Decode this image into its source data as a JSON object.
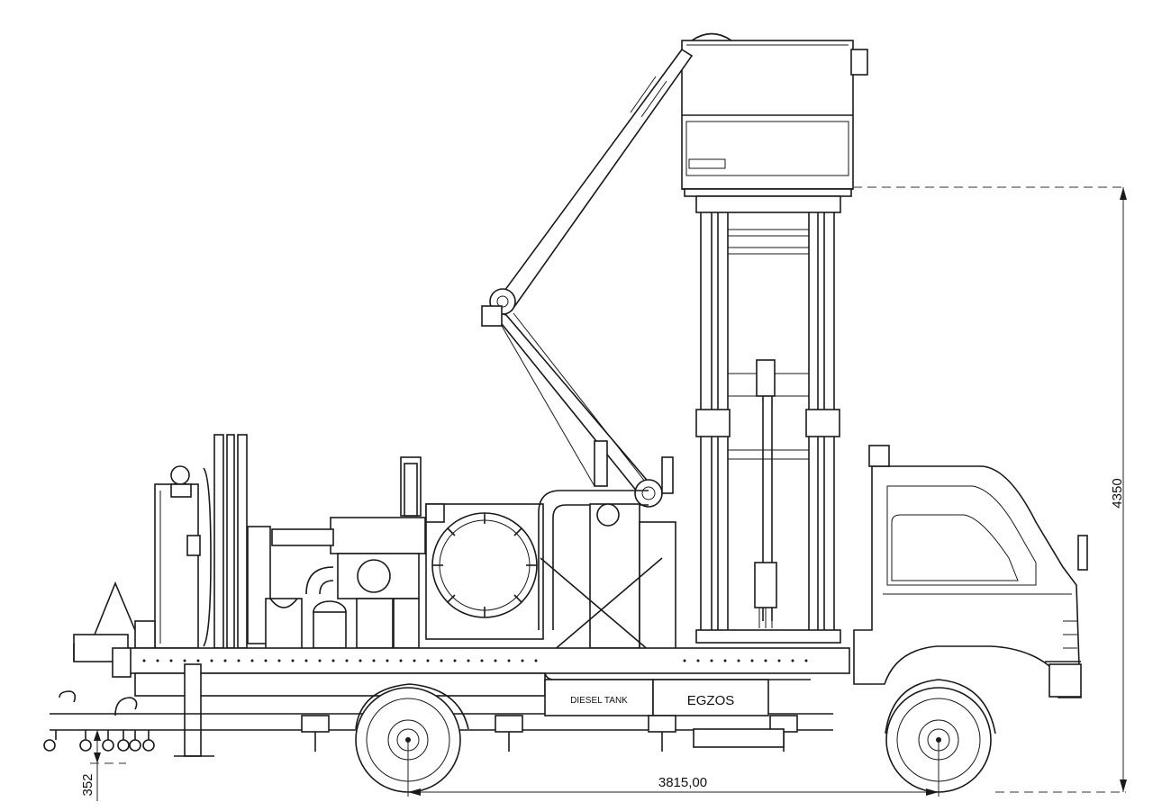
{
  "labels": {
    "diesel_tank": "DIESEL TANK",
    "egzos": "EGZOS"
  },
  "dimensions": {
    "height_overall": "4350",
    "wheelbase": "3815,00",
    "ground_clearance": "352"
  },
  "colors": {
    "line": "#1a1a1a",
    "background": "#ffffff"
  }
}
